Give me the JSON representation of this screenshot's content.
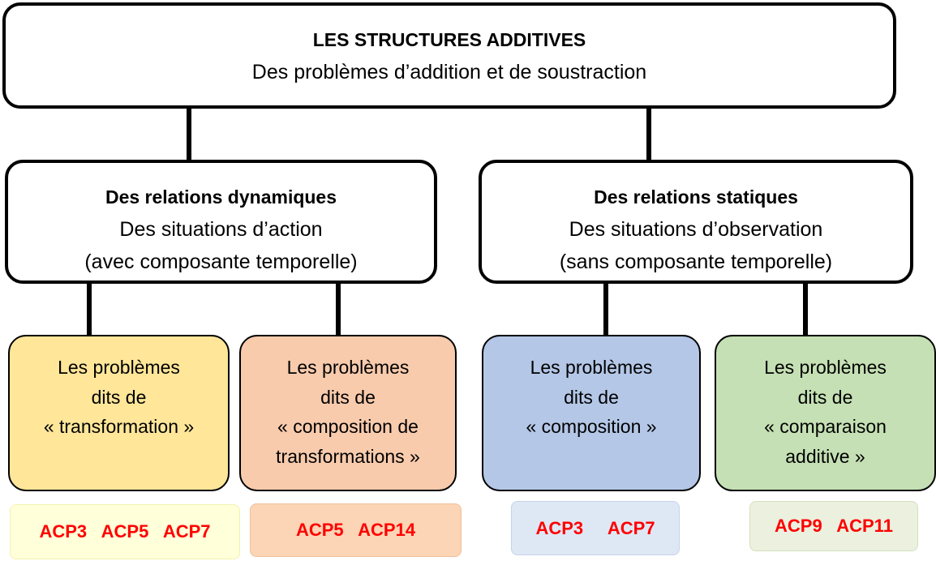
{
  "root": {
    "title": "LES STRUCTURES ADDITIVES",
    "subtitle": "Des problèmes d’addition et de soustraction"
  },
  "branches": [
    {
      "title": "Des relations dynamiques",
      "line1": "Des situations d’action",
      "line2": "(avec composante temporelle)"
    },
    {
      "title": "Des relations statiques",
      "line1": "Des situations d’observation",
      "line2": "(sans composante temporelle)"
    }
  ],
  "categories": [
    {
      "lines": [
        "Les problèmes",
        "dits de",
        "« transformation »"
      ],
      "fill": "#ffe699",
      "codes": "ACP3   ACP5   ACP7",
      "code_fill": "#ffffd9",
      "code_border": "#f2f2b0"
    },
    {
      "lines": [
        "Les problèmes",
        "dits de",
        "« composition de",
        "transformations »"
      ],
      "fill": "#f8cbad",
      "codes": "ACP5   ACP14",
      "code_fill": "#fbd5b5",
      "code_border": "#f2c09a"
    },
    {
      "lines": [
        "Les problèmes",
        "dits de",
        "« composition »"
      ],
      "fill": "#b4c7e7",
      "codes": "ACP3     ACP7",
      "code_fill": "#dee8f5",
      "code_border": "#c5d3e8"
    },
    {
      "lines": [
        "Les problèmes",
        "dits de",
        "« comparaison",
        "additive »"
      ],
      "fill": "#c5e0b4",
      "codes": "ACP9   ACP11",
      "code_fill": "#ebf1de",
      "code_border": "#d4e0c0"
    }
  ]
}
